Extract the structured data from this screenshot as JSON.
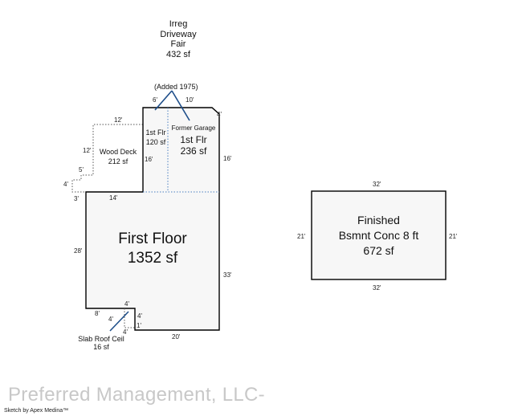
{
  "driveway": {
    "line1": "Irreg",
    "line2": "Driveway",
    "line3": "Fair",
    "area": "432 sf"
  },
  "added_note": "(Added 1975)",
  "wood_deck": {
    "name": "Wood Deck",
    "area": "212 sf"
  },
  "first_flr_small": {
    "name": "1st Flr",
    "area": "120 sf"
  },
  "former_garage": {
    "caption": "Former Garage",
    "name": "1st Flr",
    "area": "236 sf"
  },
  "first_floor": {
    "name": "First Floor",
    "area": "1352 sf"
  },
  "basement": {
    "line1": "Finished",
    "line2": "Bsmnt Conc 8 ft",
    "area": "672 sf"
  },
  "slab": {
    "name": "Slab Roof Ceil",
    "area": "16 sf"
  },
  "dimensions": {
    "d6": "6'",
    "d10": "10'",
    "d4_top": "4'",
    "d12_top": "12'",
    "d12_side": "12'",
    "d16_inner": "16'",
    "d16_right": "16'",
    "d5": "5'",
    "d4_left": "4'",
    "d3": "3'",
    "d14": "14'",
    "d28": "28'",
    "d33": "33'",
    "d8": "8'",
    "d4_slab_top": "4'",
    "d4_slab_right": "4'",
    "d4_slab_left": "4'",
    "d1": "1'",
    "d4_slab_bottom": "4'",
    "d20": "20'",
    "b32_top": "32'",
    "b21_left": "21'",
    "b21_right": "21'",
    "b32_bottom": "32'"
  },
  "watermark": "Preferred Management, LLC-",
  "credit": "Sketch by Apex Medina™",
  "colors": {
    "line": "#000000",
    "dotted": "#555555",
    "blue_dotted": "#4a7fc0",
    "blue_leader": "#1f4f8a",
    "watermark": "#c8c8c8"
  }
}
